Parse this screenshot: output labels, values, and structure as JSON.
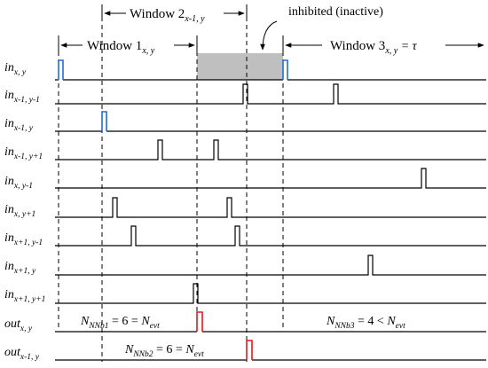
{
  "windows": {
    "w1": {
      "main": "Window 1",
      "sub": "x, y"
    },
    "w2": {
      "main": "Window 2",
      "sub": "x-1, y"
    },
    "w3": {
      "main": "Window 3",
      "sub": "x, y",
      "tail": " = τ"
    }
  },
  "annotation": "inhibited (inactive)",
  "signals": [
    {
      "name": "in",
      "sub": "x, y",
      "color": "#1f6fd1"
    },
    {
      "name": "in",
      "sub": "x-1, y-1",
      "color": "#000000"
    },
    {
      "name": "in",
      "sub": "x-1, y",
      "color": "#1f6fd1"
    },
    {
      "name": "in",
      "sub": "x-1, y+1",
      "color": "#000000"
    },
    {
      "name": "in",
      "sub": "x, y-1",
      "color": "#000000"
    },
    {
      "name": "in",
      "sub": "x, y+1",
      "color": "#000000"
    },
    {
      "name": "in",
      "sub": "x+1, y-1",
      "color": "#000000"
    },
    {
      "name": "in",
      "sub": "x+1, y",
      "color": "#000000"
    },
    {
      "name": "in",
      "sub": "x+1, y+1",
      "color": "#000000"
    },
    {
      "name": "out",
      "sub": "x, y",
      "color": "#e0191b"
    },
    {
      "name": "out",
      "sub": "x-1, y",
      "color": "#e0191b"
    }
  ],
  "equations": {
    "eq1": {
      "lhs": "N",
      "sub": "NNb1",
      "rhs": " = 6 = ",
      "n": "N",
      "nsub": "evt"
    },
    "eq2": {
      "lhs": "N",
      "sub": "NNb2",
      "rhs": " = 6 = ",
      "n": "N",
      "nsub": "evt"
    },
    "eq3": {
      "lhs": "N",
      "sub": "NNb3",
      "rhs": " = 4 < ",
      "n": "N",
      "nsub": "evt"
    }
  },
  "colors": {
    "pulse_blue": "#1f6fd1",
    "pulse_red": "#e0191b",
    "inhibit_fill": "#bfbfbf"
  }
}
